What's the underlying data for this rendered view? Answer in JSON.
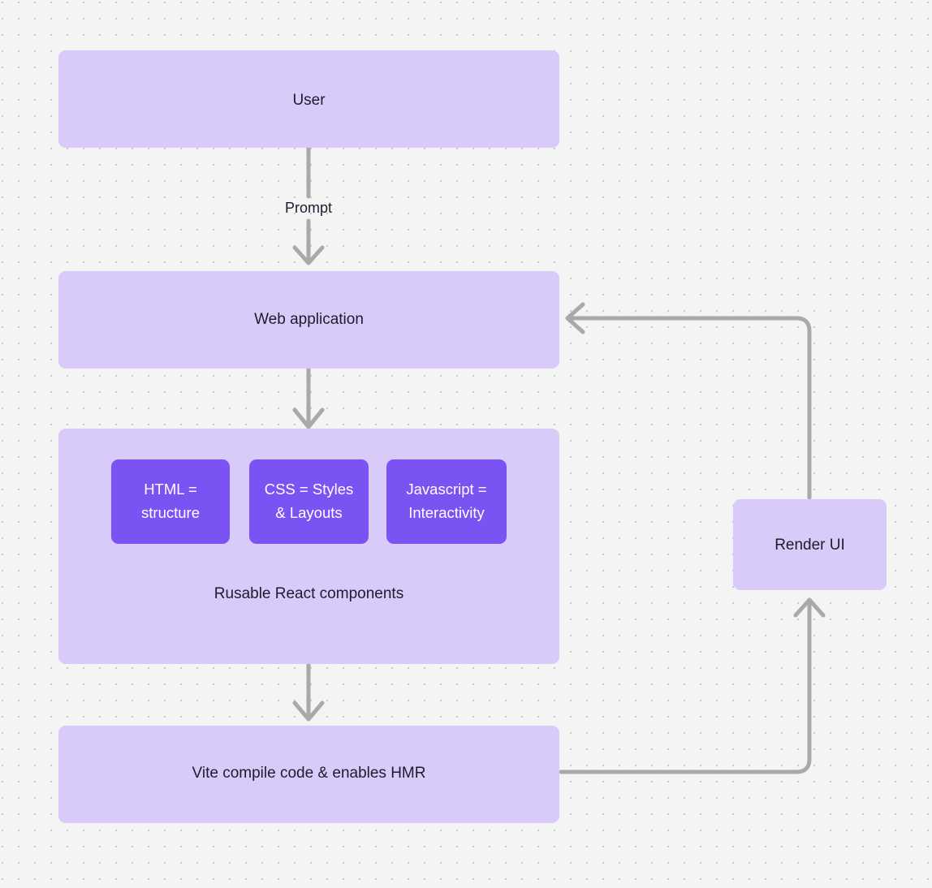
{
  "diagram": {
    "background_color": "#f4f4f5",
    "node_fill": "#d8cbfa",
    "subnode_fill": "#7c53f3",
    "edge_color": "#a9a9a9",
    "nodes": {
      "user": {
        "label": "User"
      },
      "web_application": {
        "label": "Web application"
      },
      "components_container": {
        "label": "Rusable React components"
      },
      "html": {
        "label": "HTML =\nstructure"
      },
      "css": {
        "label": "CSS = Styles\n& Layouts"
      },
      "javascript": {
        "label": "Javascript =\nInteractivity"
      },
      "vite": {
        "label": "Vite compile code & enables HMR"
      },
      "render_ui": {
        "label": "Render UI"
      }
    },
    "edges": [
      {
        "id": "user-to-web",
        "label": "Prompt",
        "from": "user",
        "to": "web_application"
      },
      {
        "id": "web-to-components",
        "label": "",
        "from": "web_application",
        "to": "components_container"
      },
      {
        "id": "components-to-vite",
        "label": "",
        "from": "components_container",
        "to": "vite"
      },
      {
        "id": "vite-to-render",
        "label": "",
        "from": "vite",
        "to": "render_ui"
      },
      {
        "id": "render-to-web",
        "label": "",
        "from": "render_ui",
        "to": "web_application"
      }
    ]
  }
}
